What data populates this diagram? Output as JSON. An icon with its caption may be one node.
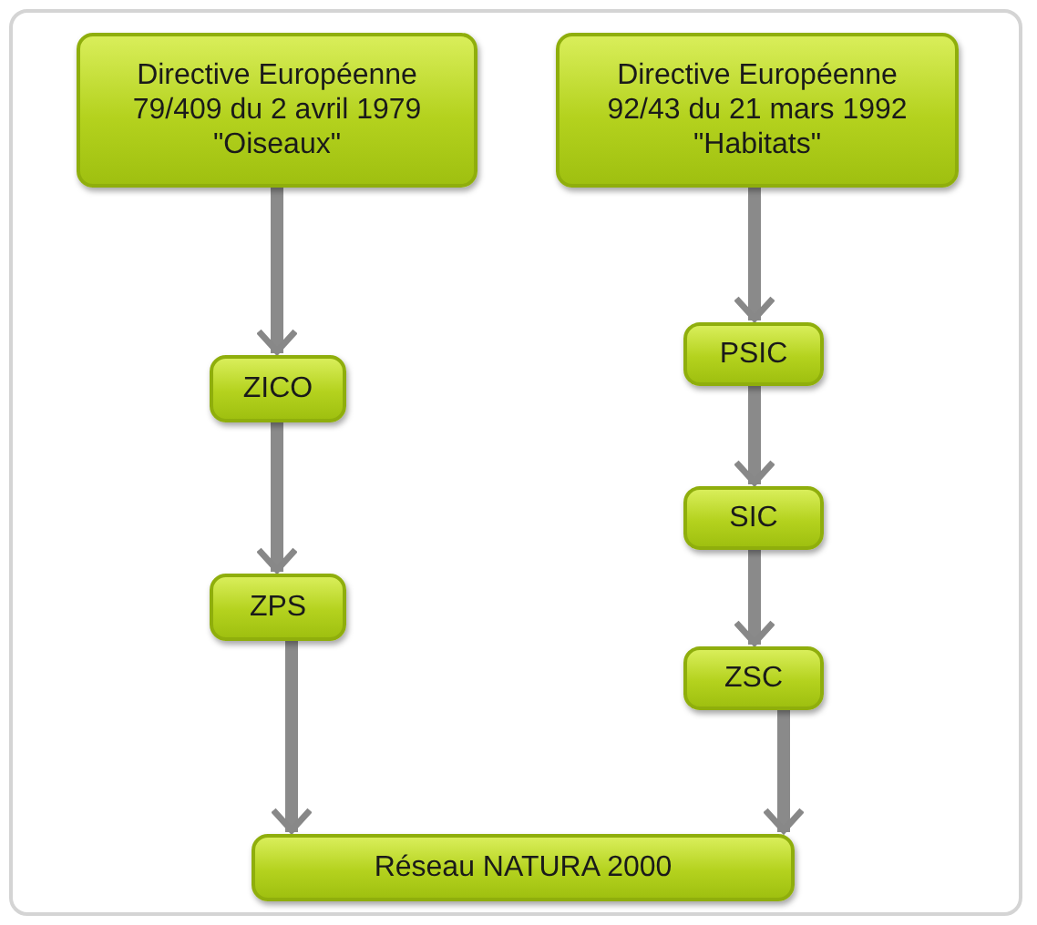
{
  "diagram": {
    "nodes": [
      {
        "text": [
          "Directive Européenne 79/409 du 2 avril 1979 \"Oiseaux\""
        ]
      },
      {
        "text": [
          "Directive Européenne 92/43 du 21 mars 1992 \"Habitats\""
        ]
      },
      {
        "text": [
          "ZICO"
        ]
      },
      {
        "text": [
          "ZPS"
        ]
      },
      {
        "text": [
          "PSIC"
        ]
      },
      {
        "text": [
          "SIC"
        ]
      },
      {
        "text": [
          "ZSC"
        ]
      },
      {
        "text": [
          "Réseau NATURA 2000"
        ]
      }
    ],
    "edges": [
      {
        "from": 0,
        "to": 2,
        "arrow": "to"
      },
      {
        "from": 2,
        "to": 3,
        "arrow": "to"
      },
      {
        "from": 3,
        "to": 7,
        "arrow": "to"
      },
      {
        "from": 1,
        "to": 4,
        "arrow": "to"
      },
      {
        "from": 4,
        "to": 5,
        "arrow": "to"
      },
      {
        "from": 5,
        "to": 6,
        "arrow": "to"
      },
      {
        "from": 6,
        "to": 7,
        "arrow": "to"
      }
    ]
  }
}
